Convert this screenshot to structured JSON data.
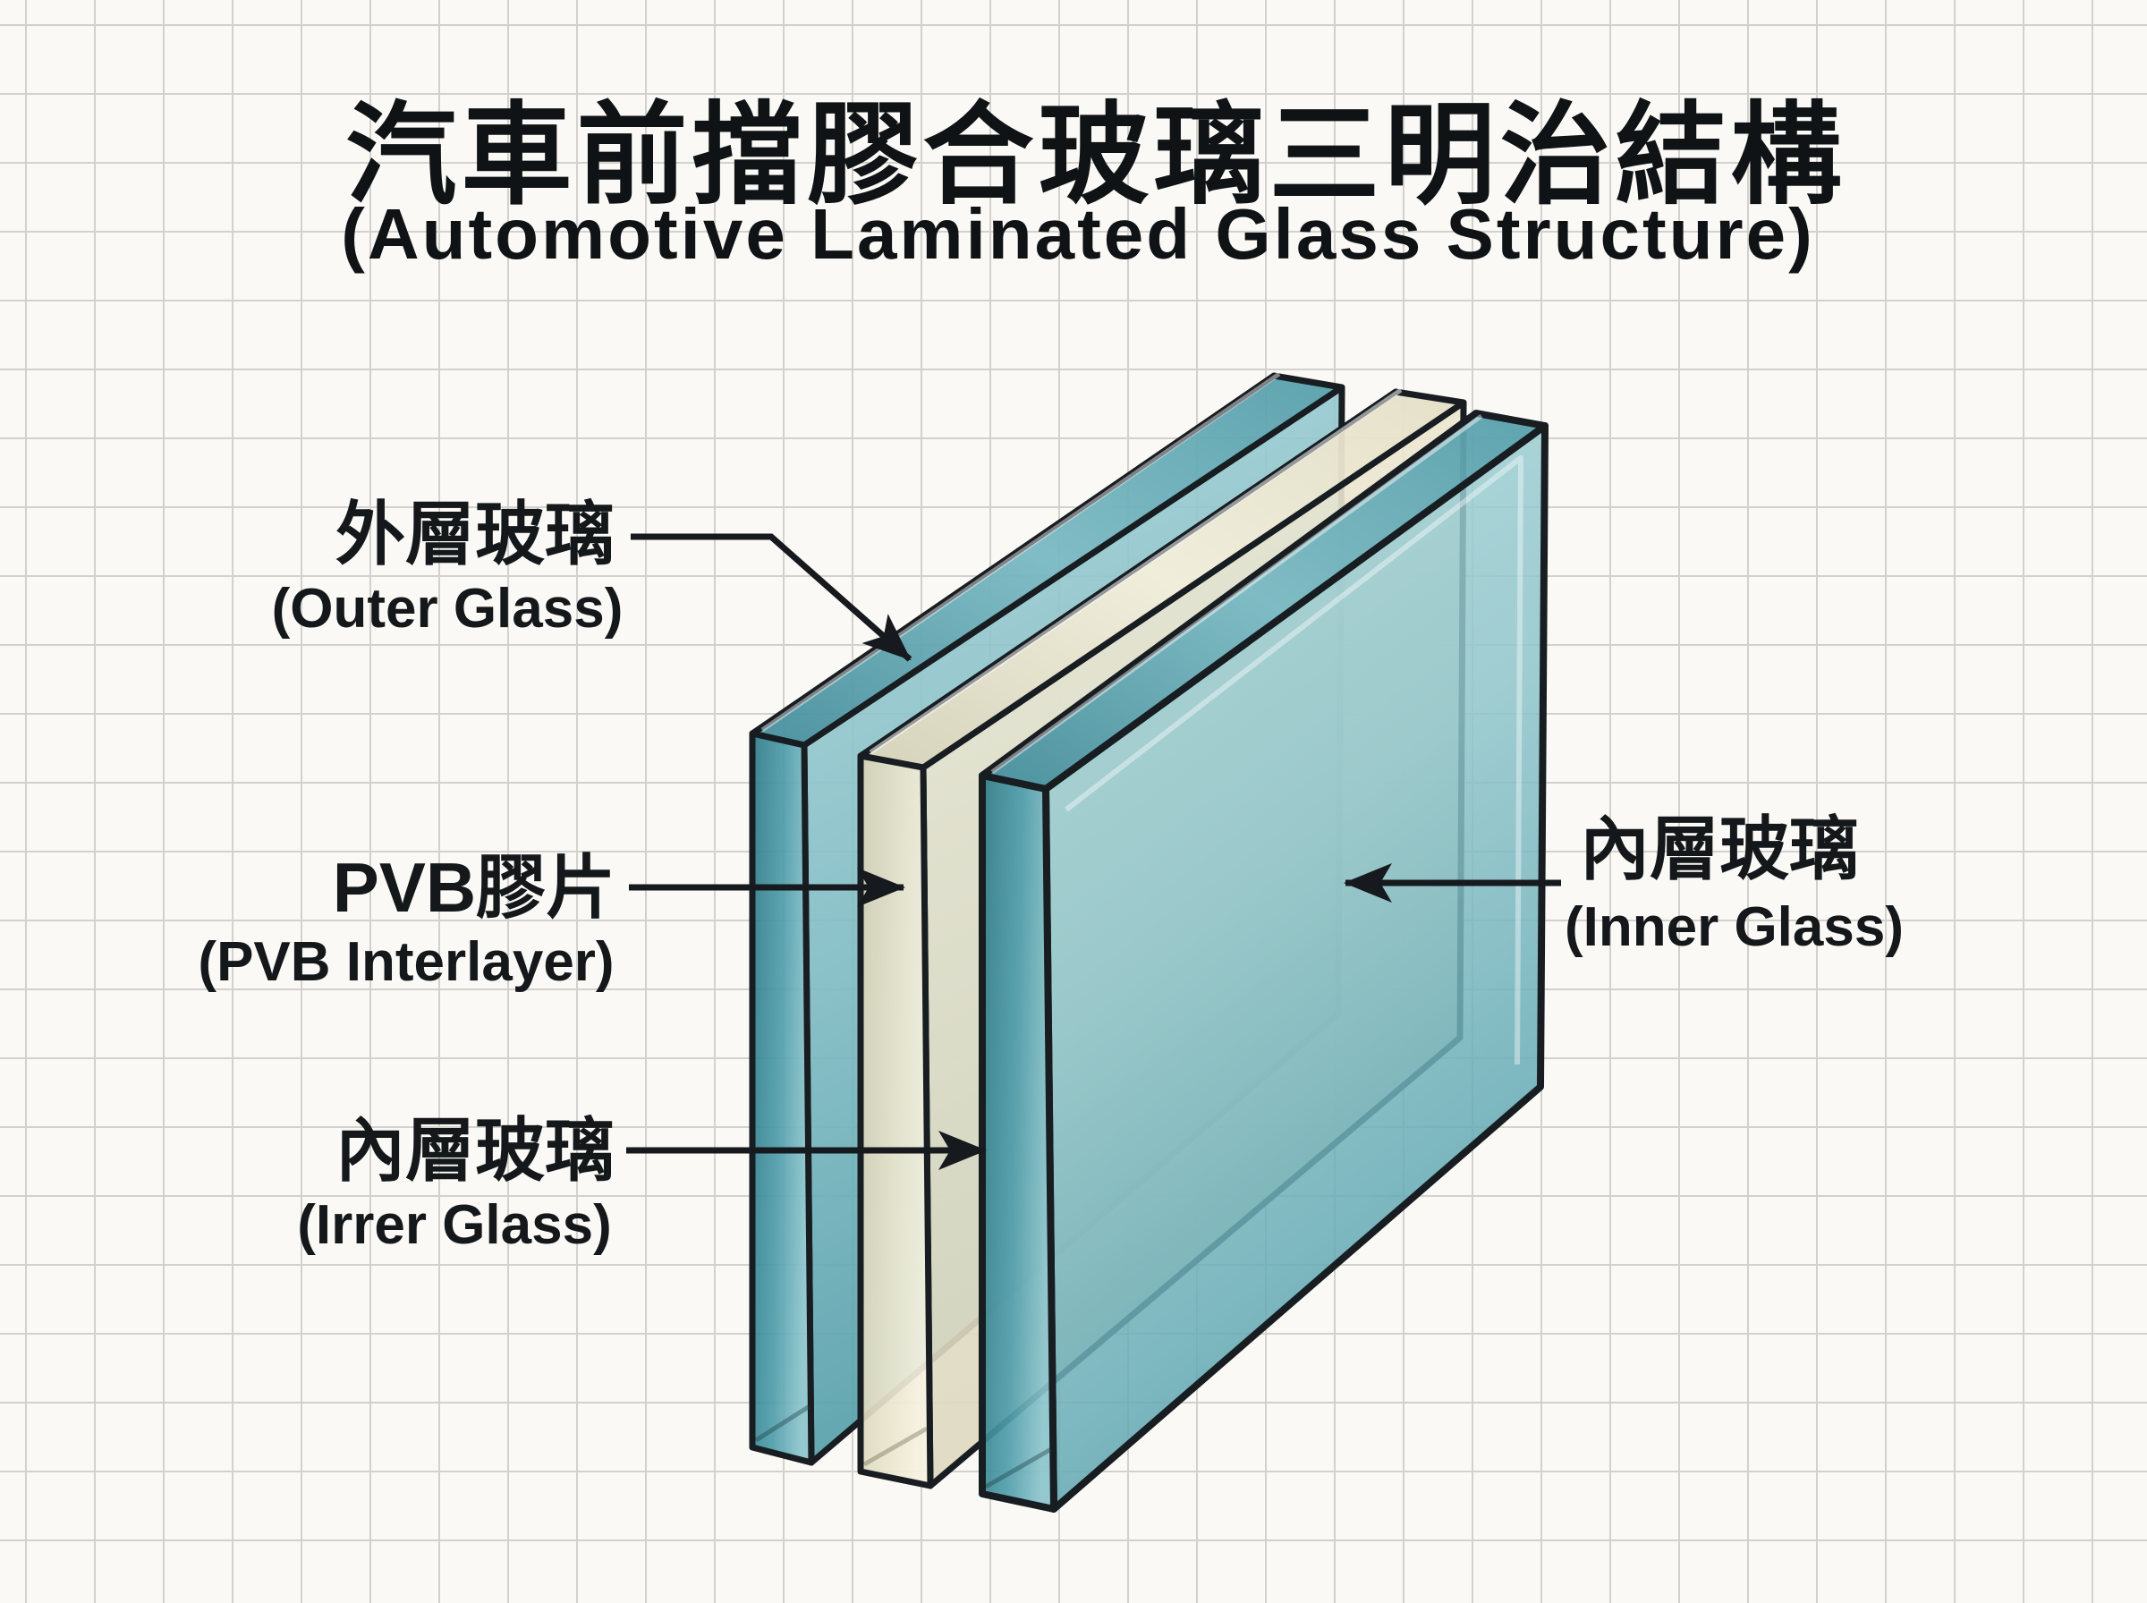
{
  "page": {
    "background": "#faf9f5",
    "grid_color": "#d2d1cc",
    "outline_color": "#181d21",
    "arrow_color": "#16191d"
  },
  "title": {
    "zh": "汽車前擋膠合玻璃三明治結構",
    "en": "(Automotive Laminated Glass Structure)"
  },
  "callouts": {
    "outer_glass": {
      "zh": "外層玻璃",
      "en": "(Outer Glass)"
    },
    "pvb": {
      "zh": "PVB膠片",
      "en": "(PVB Interlayer)"
    },
    "inner_glass_left": {
      "zh": "內層玻璃",
      "en": "(Irrer Glass)"
    },
    "inner_glass_right": {
      "zh": "內層玻璃",
      "en": "(Inner Glass)"
    }
  },
  "layers": [
    {
      "id": "outer-glass",
      "zh": "外層玻璃",
      "en": "Outer Glass",
      "color": "#5FA8B2"
    },
    {
      "id": "pvb-interlayer",
      "zh": "PVB膠片",
      "en": "PVB Interlayer",
      "color": "#EDE7D1"
    },
    {
      "id": "inner-glass",
      "zh": "內層玻璃",
      "en": "Inner Glass",
      "color": "#8FC5CB"
    }
  ]
}
